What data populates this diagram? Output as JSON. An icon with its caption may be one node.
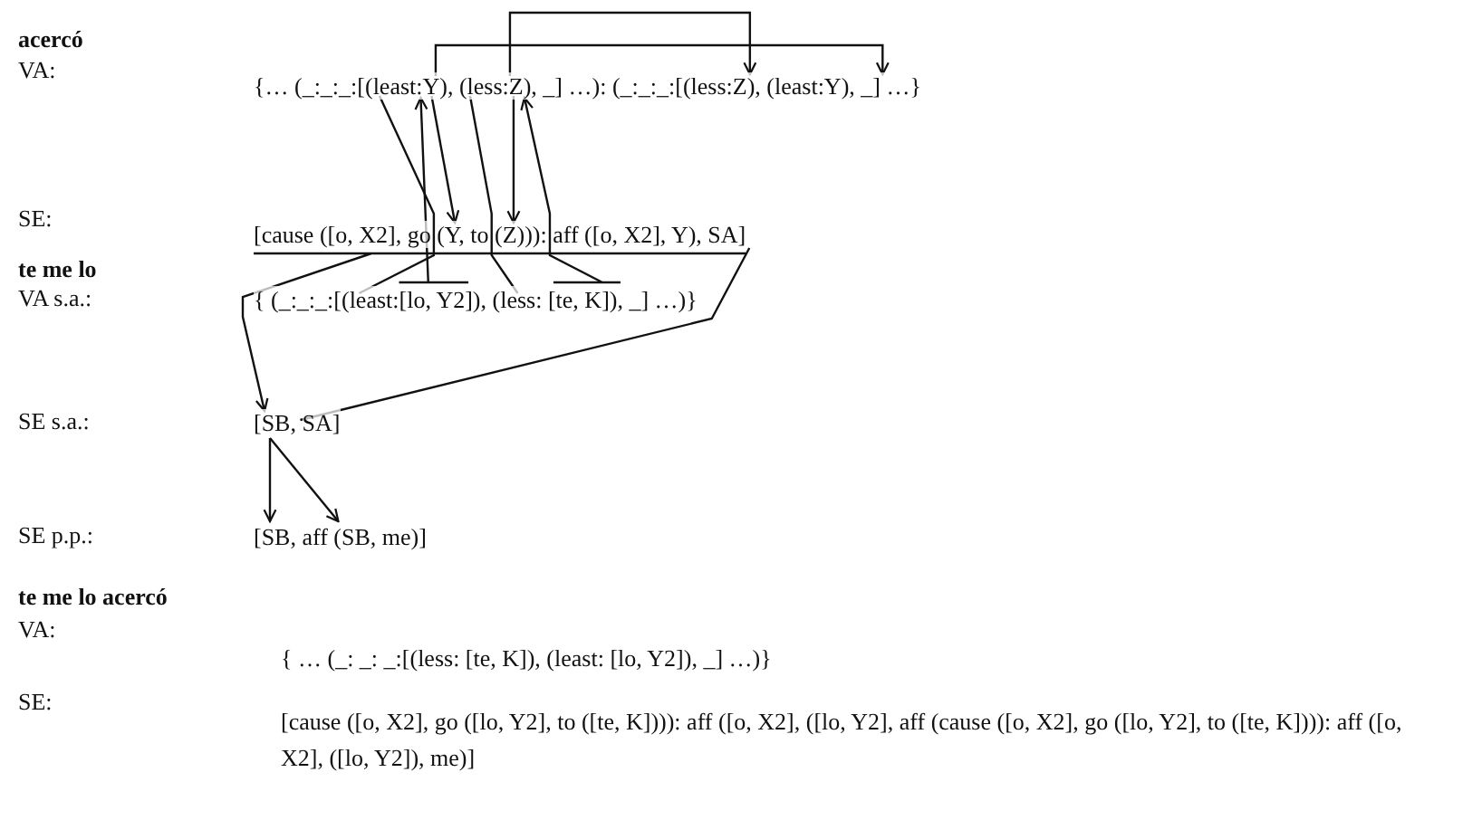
{
  "diagram": {
    "nodes": [
      {
        "text": [
          "{… (_:_:_:["
        ]
      },
      {
        "text": [
          "(least:Y),"
        ]
      },
      {
        "text": [
          "(less:Z), _] …):"
        ]
      },
      {
        "text": [
          "(_:_:_:[(less:Z),"
        ]
      },
      {
        "text": [
          "(least:Y), _] …}"
        ]
      },
      {
        "text": [
          "[cause ([o, X2], go"
        ]
      },
      {
        "text": [
          "(Y, to"
        ]
      },
      {
        "text": [
          "(Z))):"
        ]
      },
      {
        "text": [
          "aff ([o, X2], Y), SA]"
        ]
      },
      {
        "text": [
          "{ (_:_:_:[(least:"
        ]
      },
      {
        "text": [
          "[lo, Y2]),"
        ]
      },
      {
        "text": [
          "(less:"
        ]
      },
      {
        "text": [
          "[te, K]), _] …)}"
        ]
      },
      {
        "text": [
          "[SB,"
        ]
      },
      {
        "text": [
          "SA]"
        ]
      },
      {
        "text": [
          "[SB,"
        ]
      },
      {
        "text": [
          "aff (SB, me)]"
        ]
      }
    ],
    "edges": [
      {
        "from": 1,
        "to": 4,
        "arrow": "to"
      },
      {
        "from": 2,
        "to": 3,
        "arrow": "to"
      },
      {
        "from": 1,
        "to": 6,
        "arrow": "to"
      },
      {
        "from": 10,
        "to": 1,
        "arrow": "to"
      },
      {
        "from": 1,
        "to": 9,
        "arrow": "none"
      },
      {
        "from": 2,
        "to": 11,
        "arrow": "none"
      },
      {
        "from": 2,
        "to": 7,
        "arrow": "to"
      },
      {
        "from": 12,
        "to": 2,
        "arrow": "to"
      },
      {
        "from": 5,
        "to": 13,
        "arrow": "to"
      },
      {
        "from": 8,
        "to": 14,
        "arrow": "none"
      },
      {
        "from": 13,
        "to": 15,
        "arrow": "to"
      },
      {
        "from": 13,
        "to": 16,
        "arrow": "to"
      }
    ],
    "labels": [
      "acercó",
      "VA:",
      "SE:",
      "te me lo",
      "VA s.a.:",
      "SE s.a.:",
      "SE p.p.:",
      "te me lo acercó",
      "VA:",
      "{ … (_: _: _:[(less: [te, K]), (least: [lo, Y2]), _] …)}",
      "SE:",
      "[cause ([o, X2], go ([lo, Y2], to ([te, K]))): aff ([o, X2], ([lo, Y2], aff (cause ([o, X2], go ([lo, Y2], to ([te, K]))): aff ([o, X2], ([lo, Y2]), me)]"
    ]
  }
}
